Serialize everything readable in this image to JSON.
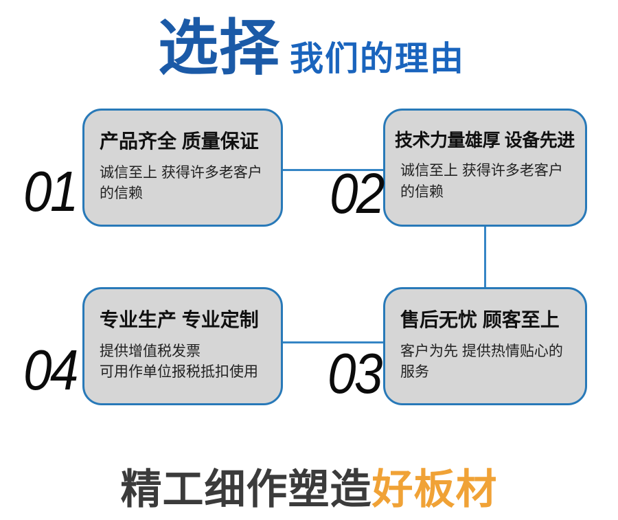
{
  "colors": {
    "title_accent_blue": "#1b5aa7",
    "title_sub_blue": "#1a64bd",
    "card_border_blue": "#2879b8",
    "connector_blue": "#3585c5",
    "card_bg_gray": "#d6d6d6",
    "card_title_black": "#101010",
    "card_body_black": "#222222",
    "number_black": "#0b0b0b",
    "footer_dark": "#3b3b3b",
    "footer_orange": "#f0a236"
  },
  "header": {
    "title_accent": "选择",
    "title_rest": "我们的理由"
  },
  "cards": [
    {
      "number": "01",
      "title": "产品齐全 质量保证",
      "body": "诚信至上 获得许多老客户\n的信赖"
    },
    {
      "number": "02",
      "title": "技术力量雄厚 设备先进",
      "body": "诚信至上 获得许多老客户\n的信赖"
    },
    {
      "number": "04",
      "title": "专业生产 专业定制",
      "body": "提供增值税发票\n可用作单位报税抵扣使用"
    },
    {
      "number": "03",
      "title": "售后无忧 顾客至上",
      "body": "客户为先 提供热情贴心的\n服务"
    }
  ],
  "footer": {
    "text_dark": "精工细作塑造",
    "text_accent": "好板材"
  }
}
